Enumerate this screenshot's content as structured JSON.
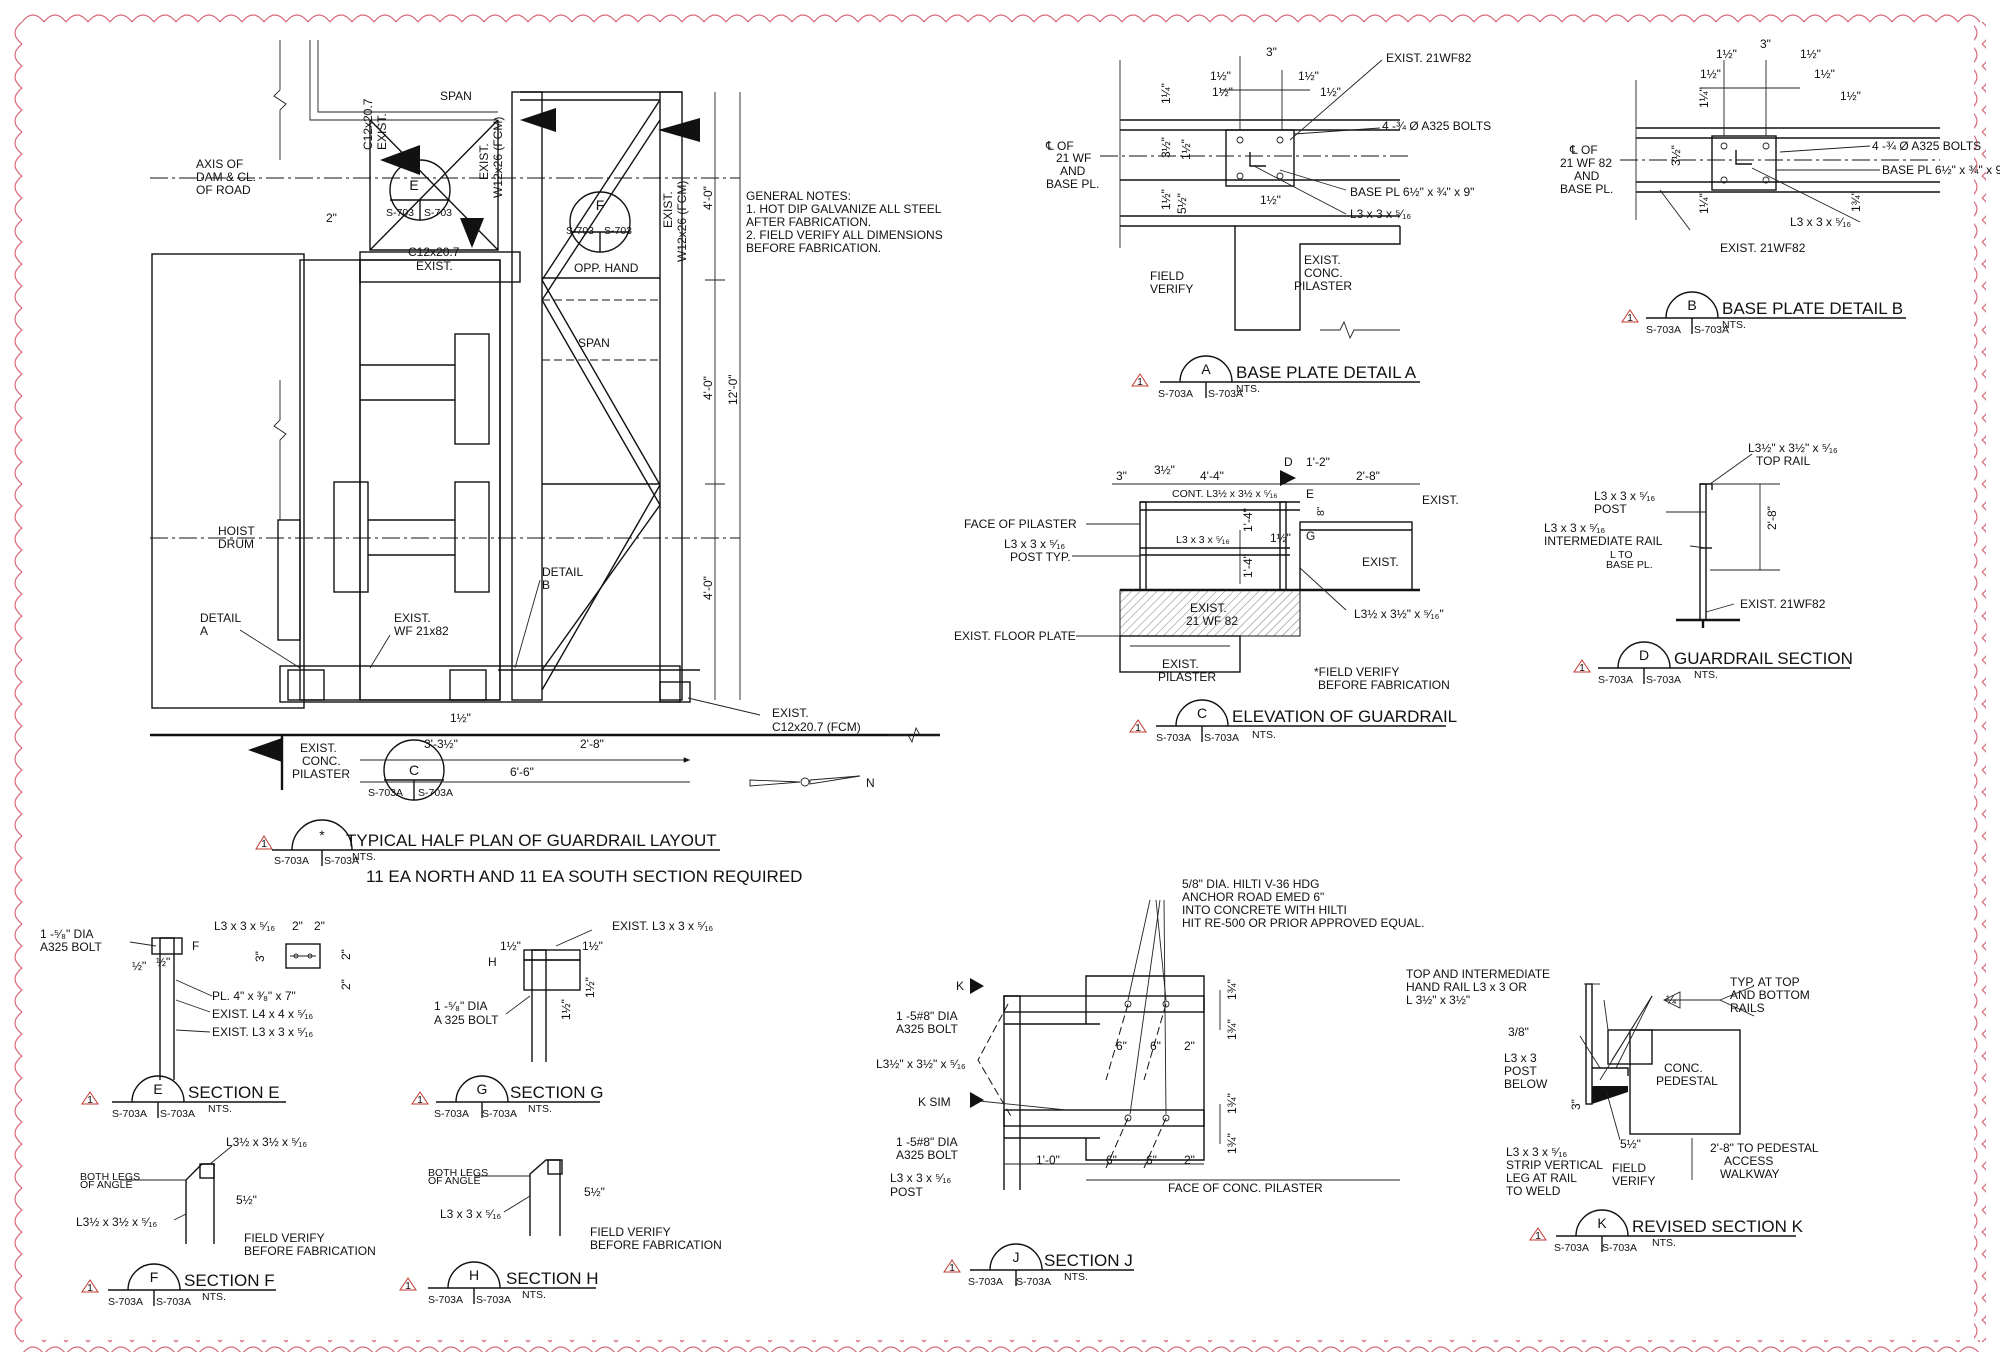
{
  "colors": {
    "border": "#d36a78",
    "ink": "#111111",
    "rev": "#c0392b"
  },
  "sheet_refs": {
    "a": "S-703A",
    "b": "S-703A",
    "plan_a": "S-703",
    "plan_b": "S-703"
  },
  "nts": "NTS.",
  "rev_mark": "1",
  "plan": {
    "title": "TYPICAL HALF PLAN OF GUARDRAIL LAYOUT",
    "subtitle": "11 EA NORTH AND 11 EA SOUTH SECTION REQUIRED",
    "bubble": "*",
    "labels": {
      "span_top": "SPAN",
      "axis": [
        "AXIS OF",
        "DAM & CL.",
        "OF ROAD"
      ],
      "c12_exist_v": [
        "C12x20.7",
        "EXIST."
      ],
      "exist_w12_a": [
        "EXIST.",
        "W12x26 (FCM)"
      ],
      "exist_w12_b": [
        "EXIST.",
        "W12x26 (FCM)"
      ],
      "c12_exist_h": [
        "C12x20.7",
        "EXIST."
      ],
      "opp_hand": "OPP. HAND",
      "span_mid": "SPAN",
      "hoist": [
        "HOIST",
        "DRUM"
      ],
      "detail_a": [
        "DETAIL",
        "A"
      ],
      "detail_b": [
        "DETAIL",
        "B"
      ],
      "exist_wf": [
        "EXIST.",
        "WF 21x82"
      ],
      "exist_c12_fcm": [
        "EXIST.",
        "C12x20.7 (FCM)"
      ],
      "pilaster": [
        "EXIST.",
        "CONC.",
        "PILASTER"
      ],
      "dim_2in": "2\"",
      "dim_1half": "1½\"",
      "dim_3_3half": "3'-3½\"",
      "dim_2_8": "2'-8\"",
      "dim_6_6": "6'-6\"",
      "dim_4_0a": "4'-0\"",
      "dim_4_0b": "4'-0\"",
      "dim_4_0c": "4'-0\"",
      "dim_12_0": "12'-0\"",
      "north": "N",
      "e_bubble": "E",
      "f_bubble": "F",
      "c_bubble": "C"
    },
    "notes": [
      "GENERAL NOTES:",
      "1. HOT DIP GALVANIZE ALL STEEL",
      "AFTER FABRICATION.",
      "2. FIELD VERIFY ALL DIMENSIONS",
      "BEFORE FABRICATION."
    ]
  },
  "detail_a": {
    "title": "BASE PLATE DETAIL A",
    "bubble": "A",
    "labels": {
      "exist": "EXIST. 21WF82",
      "bolts": "4 -¾ Ø A325 BOLTS",
      "base_pl": "BASE PL 6½\" x ¾\" x 9\"",
      "angle": "L3 x 3 x ⁵⁄₁₆",
      "cl": [
        "℄ OF",
        "21 WF",
        "AND",
        "BASE PL."
      ],
      "field": [
        "FIELD",
        "VERIFY"
      ],
      "pilaster": [
        "EXIST.",
        "CONC.",
        "PILASTER"
      ],
      "d3": "3\"",
      "d1h_a": "1½\"",
      "d1h_b": "1½\"",
      "d1h_c": "1½\"",
      "d1h_d": "1½\"",
      "d1q": "1¼\"",
      "d3h": "3½\"",
      "d1h_e": "1½\"",
      "d5h": "5½\"",
      "d1h_f": "1½\"",
      "d1h_g": "1½\""
    }
  },
  "detail_b": {
    "title": "BASE PLATE DETAIL B",
    "bubble": "B",
    "labels": {
      "exist": "EXIST. 21WF82",
      "bolts": "4 -¾ Ø A325 BOLTS",
      "base_pl": "BASE PL 6½\" x ¾\" x 9\"",
      "angle": "L3 x 3 x ⁵⁄₁₆",
      "cl": [
        "℄ OF",
        "21 WF 82",
        "AND",
        "BASE PL."
      ],
      "d3": "3\"",
      "d1h_a": "1½\"",
      "d1h_b": "1½\"",
      "d1h_c": "1½\"",
      "d1h_d": "1½\"",
      "d1h_e": "1½\"",
      "d1q": "1¼\"",
      "d3h": "3½\"",
      "d1q_b": "1¼\"",
      "d1t": "1¾\""
    }
  },
  "elev_c": {
    "title": "ELEVATION OF GUARDRAIL",
    "bubble": "C",
    "labels": {
      "d3": "3\"",
      "d3h": "3½\"",
      "d44": "4'-4\"",
      "d12": "1'-2\"",
      "d28": "2'-8\"",
      "d14a": "1'-4\"",
      "d14b": "1'-4\"",
      "d1h": "1½\"",
      "dmark": "D",
      "cont": "CONT. L3½ x 3½ x ⁵⁄₁₆",
      "l3": "L3 x 3 x ⁵⁄₁₆",
      "face": "FACE OF PILASTER",
      "post": [
        "L3 x 3 x ⁵⁄₁₆",
        "POST TYP."
      ],
      "floor": "EXIST. FLOOR PLATE",
      "wf": [
        "EXIST.",
        "21 WF 82"
      ],
      "pilaster": [
        "EXIST.",
        "PILASTER"
      ],
      "exist1": "EXIST.",
      "exist2": "EXIST.",
      "angle": "L3½ x 3½\" x ⁵⁄₁₆\"",
      "field": [
        "*FIELD VERIFY",
        "BEFORE FABRICATION"
      ],
      "e": "E",
      "g": "G",
      "d8": "8\""
    }
  },
  "section_d": {
    "title": "GUARDRAIL SECTION",
    "bubble": "D",
    "labels": {
      "top": [
        "L3½\" x 3½\" x ⁵⁄₁₆",
        "TOP RAIL"
      ],
      "post": [
        "L3 x 3 x ⁵⁄₁₆",
        "POST"
      ],
      "inter": [
        "L3 x 3 x ⁵⁄₁₆",
        "INTERMEDIATE RAIL"
      ],
      "exist": "EXIST. 21WF82",
      "d28": "2'-8\"",
      "base": [
        "L TO",
        "BASE PL."
      ]
    }
  },
  "section_e": {
    "title": "SECTION E",
    "bubble": "E",
    "labels": {
      "bolt": [
        "1 -⁵⁄₈\" DIA",
        "A325 BOLT"
      ],
      "l3": "L3 x 3 x ⁵⁄₁₆",
      "pl": "PL. 4\" x ³⁄₈\" x 7\"",
      "l4": "EXIST. L4 x 4 x ⁵⁄₁₆",
      "l3e": "EXIST. L3 x 3 x ⁵⁄₁₆",
      "d2a": "2\"",
      "d2b": "2\"",
      "d2c": "2\"",
      "d2d": "2\"",
      "d3": "3\"",
      "dh1": "½\"",
      "dh2": "½\"",
      "f": "F"
    }
  },
  "section_g": {
    "title": "SECTION G",
    "bubble": "G",
    "labels": {
      "l3": "EXIST. L3 x 3 x ⁵⁄₁₆",
      "bolt": [
        "1 -⁵⁄₈\" DIA",
        "A 325 BOLT"
      ],
      "d1a": "1½\"",
      "d1b": "1½\"",
      "d1c": "1½\"",
      "d1d": "1½\"",
      "h": "H"
    }
  },
  "section_f": {
    "title": "SECTION F",
    "bubble": "F",
    "labels": {
      "top": "L3½ x 3½ x ⁵⁄₁₆",
      "both": [
        "BOTH LEGS",
        "OF ANGLE"
      ],
      "bot": "L3½ x 3½ x ⁵⁄₁₆",
      "d5h": "5½\"",
      "field": [
        "FIELD VERIFY",
        "BEFORE FABRICATION"
      ]
    }
  },
  "section_h": {
    "title": "SECTION H",
    "bubble": "H",
    "labels": {
      "both": [
        "BOTH LEGS",
        "OF ANGLE"
      ],
      "l3": "L3 x 3 x ⁵⁄₁₆",
      "d5h": "5½\"",
      "field": [
        "FIELD VERIFY",
        "BEFORE FABRICATION"
      ]
    }
  },
  "section_j": {
    "title": "SECTION J",
    "bubble": "J",
    "labels": {
      "anchor": [
        "5/8\" DIA. HILTI V-36 HDG",
        "ANCHOR ROAD EMED 6\"",
        "INTO CONCRETE WITH HILTI",
        "HIT RE-500 OR PRIOR APPROVED EQUAL."
      ],
      "k": "K",
      "ksim": "K SIM",
      "bolt1": [
        "1 -5#8\" DIA",
        "A325 BOLT"
      ],
      "bolt2": [
        "1 -5#8\" DIA",
        "A325 BOLT"
      ],
      "angle": "L3½\" x 3½\" x ⁵⁄₁₆",
      "post": [
        "L3 x 3 x ⁵⁄₁₆",
        "POST"
      ],
      "face": "FACE OF CONC. PILASTER",
      "d6a": "6\"",
      "d6b": "6\"",
      "d2a": "2\"",
      "d1_0": "1'-0\"",
      "d6c": "6\"",
      "d6d": "6\"",
      "d2b": "2\"",
      "d1ta": "1¾\"",
      "d1tb": "1¾\"",
      "d1tc": "1¾\"",
      "d1td": "1¾\""
    }
  },
  "section_k": {
    "title": "REVISED SECTION K",
    "bubble": "K",
    "labels": {
      "top": [
        "TOP AND INTERMEDIATE",
        "HAND RAIL L3 x 3 OR",
        "L 3½\" x 3½\""
      ],
      "typ": [
        "TYP. AT TOP",
        "AND BOTTOM",
        "RAILS"
      ],
      "d38": "3/8\"",
      "post": [
        "L3 x 3",
        "POST",
        "BELOW"
      ],
      "ped": [
        "CONC.",
        "PEDESTAL"
      ],
      "strip": [
        "L3 x 3 x ⁵⁄₁₆",
        "STRIP VERTICAL",
        "LEG AT RAIL",
        "TO WELD"
      ],
      "field": [
        "FIELD",
        "VERIFY"
      ],
      "walk": [
        "2'-8\" TO PEDESTAL",
        "ACCESS",
        "WALKWAY"
      ],
      "d5h": "5½\"",
      "d3": "3\"",
      "d14": "¼"
    }
  }
}
